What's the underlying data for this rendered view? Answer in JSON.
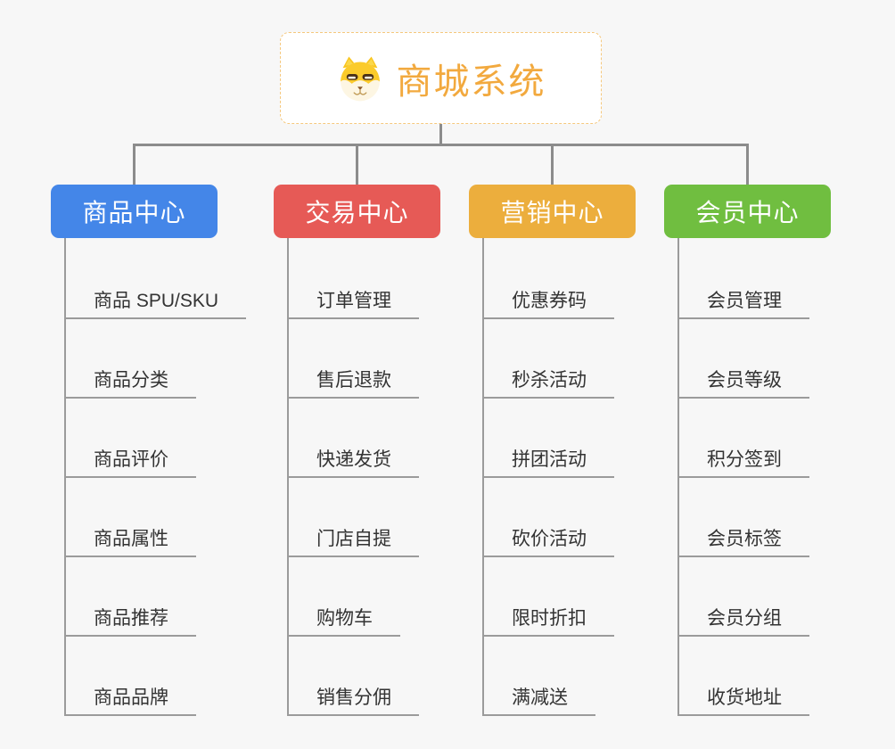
{
  "page": {
    "background": "#F7F7F7"
  },
  "root": {
    "title": "商城系统",
    "title_color": "#F2A93E",
    "border_color": "#F5C87D",
    "icon": "doge-icon"
  },
  "connectors": {
    "color": "#8C8C8C"
  },
  "subtopics": {
    "text_color": "#333333",
    "line_color": "#9B9B9B"
  },
  "branches": [
    {
      "label": "商品中心",
      "color": "#4486E8",
      "children": [
        "商品 SPU/SKU",
        "商品分类",
        "商品评价",
        "商品属性",
        "商品推荐",
        "商品品牌"
      ]
    },
    {
      "label": "交易中心",
      "color": "#E65A56",
      "children": [
        "订单管理",
        "售后退款",
        "快递发货",
        "门店自提",
        "购物车",
        "销售分佣"
      ]
    },
    {
      "label": "营销中心",
      "color": "#ECAE3D",
      "children": [
        "优惠券码",
        "秒杀活动",
        "拼团活动",
        "砍价活动",
        "限时折扣",
        "满减送"
      ]
    },
    {
      "label": "会员中心",
      "color": "#70BE40",
      "children": [
        "会员管理",
        "会员等级",
        "积分签到",
        "会员标签",
        "会员分组",
        "收货地址"
      ]
    }
  ]
}
